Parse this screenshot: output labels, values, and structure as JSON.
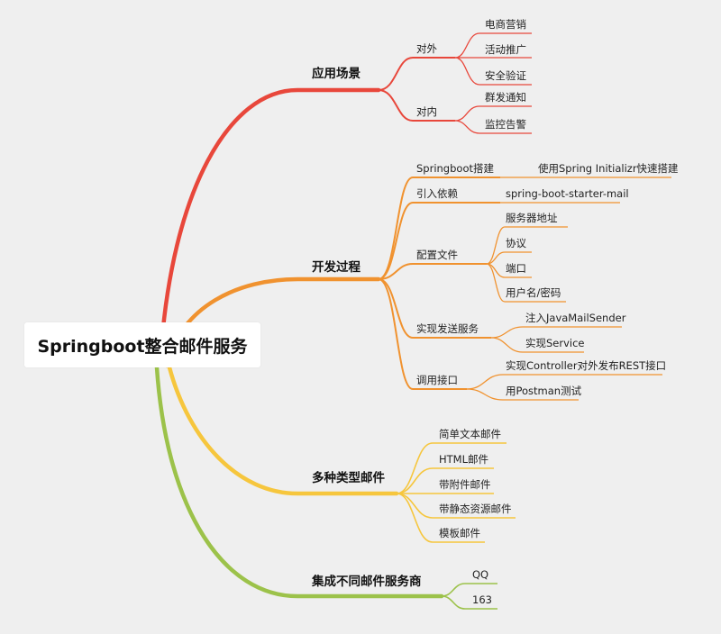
{
  "colors": {
    "red": "#e8473b",
    "orange": "#f0922f",
    "yellow": "#f6c63d",
    "green": "#9cc24a",
    "background": "#efefef"
  },
  "root": {
    "label": "Springboot整合邮件服务"
  },
  "branches": [
    {
      "label": "应用场景",
      "children": [
        {
          "label": "对外",
          "children": [
            "电商营销",
            "活动推广",
            "安全验证"
          ]
        },
        {
          "label": "对内",
          "children": [
            "群发通知",
            "监控告警"
          ]
        }
      ]
    },
    {
      "label": "开发过程",
      "children": [
        {
          "label": "Springboot搭建",
          "children": [
            "使用Spring Initializr快速搭建"
          ]
        },
        {
          "label": "引入依赖",
          "children": [
            "spring-boot-starter-mail"
          ]
        },
        {
          "label": "配置文件",
          "children": [
            "服务器地址",
            "协议",
            "端口",
            "用户名/密码"
          ]
        },
        {
          "label": "实现发送服务",
          "children": [
            "注入JavaMailSender",
            "实现Service"
          ]
        },
        {
          "label": "调用接口",
          "children": [
            "实现Controller对外发布REST接口",
            "用Postman测试"
          ]
        }
      ]
    },
    {
      "label": "多种类型邮件",
      "children": [
        {
          "label": "简单文本邮件"
        },
        {
          "label": "HTML邮件"
        },
        {
          "label": "带附件邮件"
        },
        {
          "label": "带静态资源邮件"
        },
        {
          "label": "模板邮件"
        }
      ]
    },
    {
      "label": "集成不同邮件服务商",
      "children": [
        {
          "label": "QQ"
        },
        {
          "label": "163"
        }
      ]
    }
  ]
}
